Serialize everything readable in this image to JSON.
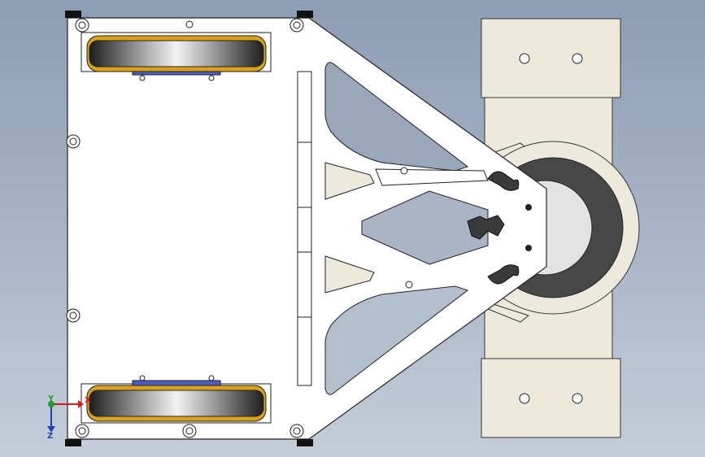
{
  "viewport": {
    "background_top": "#8d9db4",
    "background_bottom": "#c5cdd9"
  },
  "model": {
    "plate_color": "#ffffff",
    "edge_color": "#222222",
    "tire_color": "#2a2a2a",
    "rim_color": "#d9a21a",
    "hub_color": "#4a5fc0",
    "beige_color": "#ede9dd",
    "drive_wheel_color": "#474747",
    "drive_ring_color": "#ede9dd"
  },
  "triad": {
    "x_label": "X",
    "y_label": "Y",
    "z_label": "Z",
    "x_color": "#d81b1b",
    "y_color": "#1f9d32",
    "z_color": "#2140b8"
  }
}
